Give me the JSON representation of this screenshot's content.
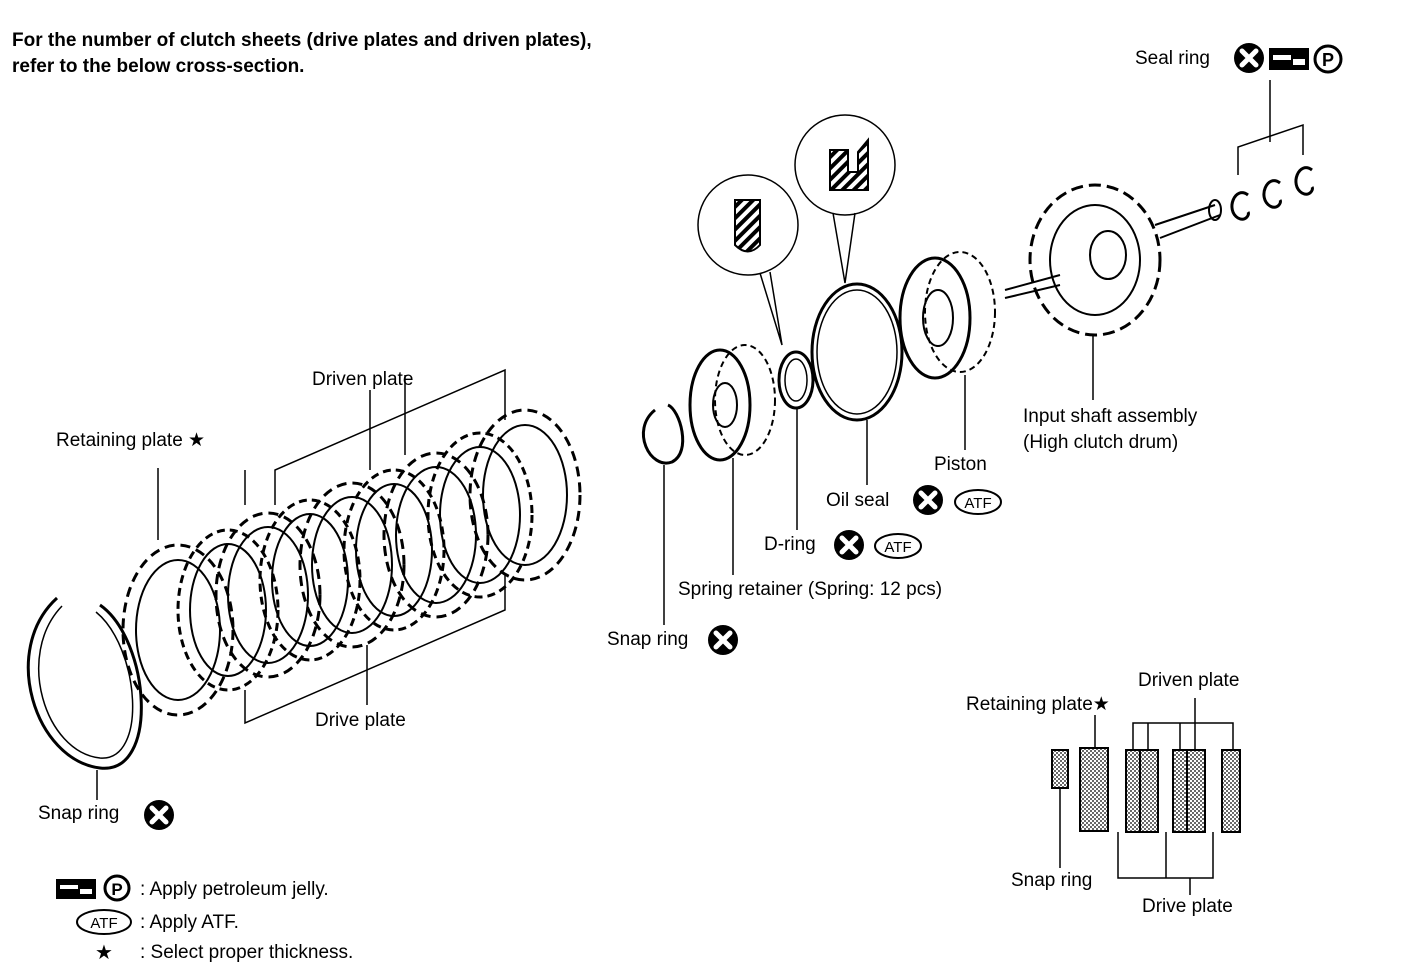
{
  "header": {
    "line1": "For the number of clutch sheets (drive plates and driven plates),",
    "line2": "refer to the below cross-section."
  },
  "labels": {
    "seal_ring": "Seal ring",
    "input_shaft_line1": "Input shaft assembly",
    "input_shaft_line2": "(High clutch drum)",
    "piston": "Piston",
    "oil_seal": "Oil seal",
    "d_ring": "D-ring",
    "spring_retainer": "Spring retainer (Spring: 12 pcs)",
    "snap_ring_mid": "Snap ring",
    "driven_plate": "Driven plate",
    "retaining_plate": "Retaining plate",
    "drive_plate": "Drive plate",
    "snap_ring_left": "Snap ring",
    "xs_driven_plate": "Driven plate",
    "xs_retaining_plate": "Retaining plate",
    "xs_snap_ring": "Snap ring",
    "xs_drive_plate": "Drive plate"
  },
  "symbols": {
    "atf": "ATF",
    "petroleum": "P",
    "star": "★"
  },
  "legend": {
    "petroleum_text": ": Apply petroleum jelly.",
    "atf_text": ": Apply ATF.",
    "star_text": ": Select proper thickness."
  }
}
